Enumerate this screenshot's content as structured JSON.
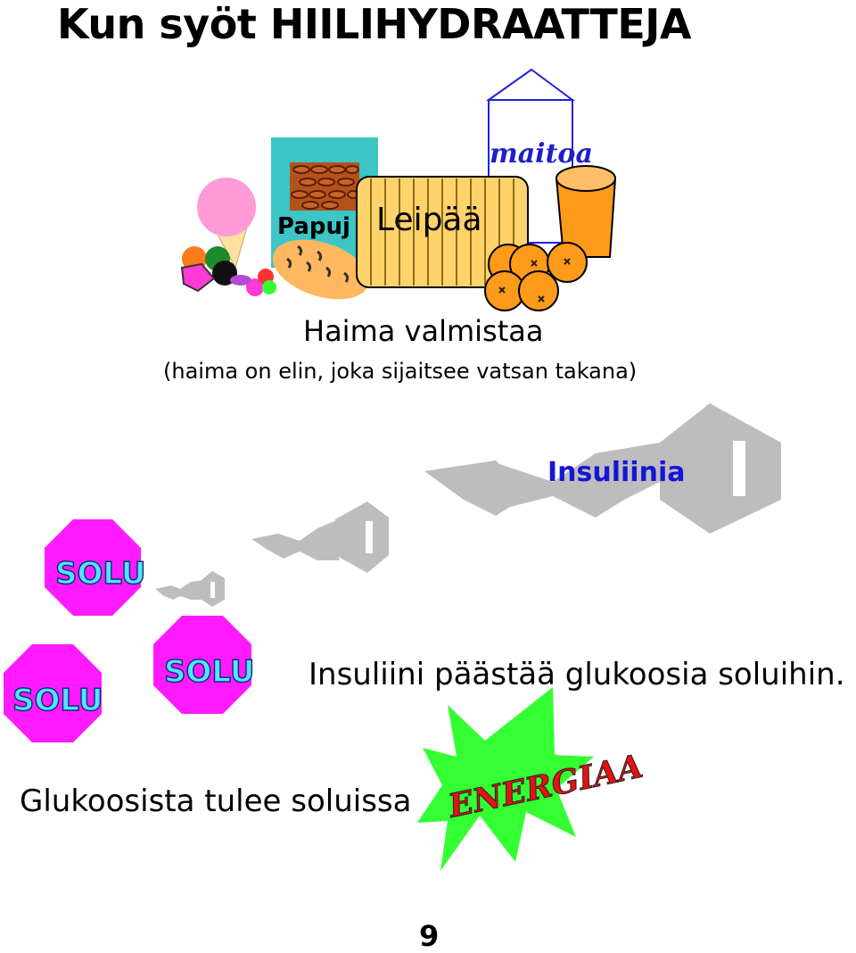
{
  "title": "Kun syöt HIILIHYDRAATTEJA",
  "food": {
    "papuja_label": "Papuj",
    "leipaa_label": "Leipää",
    "maitoa_label": "maitoa"
  },
  "pancreas": {
    "heading": "Haima valmistaa",
    "note": "(haima on elin, joka sijaitsee vatsan takana)"
  },
  "insulin_label": "Insuliinia",
  "cells": {
    "label": "SOLU"
  },
  "insulin_release": "Insuliini päästää glukoosia soluihin.",
  "glucose_text": "Glukoosista tulee soluissa",
  "energy_label": "ENERGIAA",
  "page_number": "9",
  "colors": {
    "cell_fill": "#ff1aff",
    "cell_text": "#4fe6ff",
    "key_fill": "#bdbdbd",
    "insulin_text": "#1515d6",
    "energy_burst": "#33ff33",
    "energy_text": "#e81010",
    "bread": "#ffd36b",
    "orange": "#ff9a1a",
    "juice": "#ff9a1a",
    "bean_box": "#3cc6c6"
  }
}
